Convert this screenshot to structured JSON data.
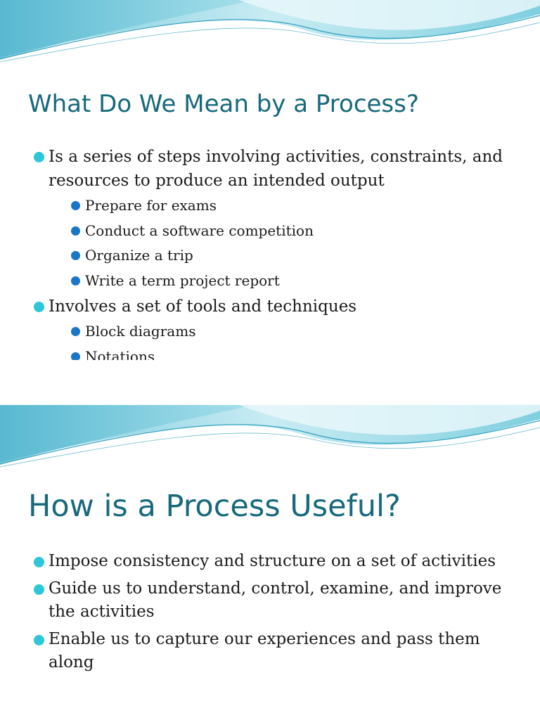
{
  "slides": [
    {
      "title": "What Do We Mean by a Process?",
      "bullets": [
        {
          "text": "Is a series of steps involving activities, constraints, and resources to produce an intended output",
          "sub": [
            "Prepare for exams",
            "Conduct a software competition",
            "Organize a trip",
            "Write a term project report"
          ]
        },
        {
          "text": "Involves a set of tools and techniques",
          "sub": [
            "Block diagrams",
            "Notations"
          ]
        }
      ]
    },
    {
      "title": "How is a Process Useful?",
      "bullets": [
        {
          "text": "Impose consistency and structure on a set of activities"
        },
        {
          "text": "Guide us to understand, control, examine, and improve the activities"
        },
        {
          "text": "Enable us to capture our experiences and pass them along"
        }
      ]
    }
  ],
  "colors": {
    "title": "#17697c",
    "bullet_level1": "#2dc7d7",
    "bullet_level2": "#1b76c8",
    "wave_light": "#bfe7ef",
    "wave_dark": "#3aa7c3"
  }
}
